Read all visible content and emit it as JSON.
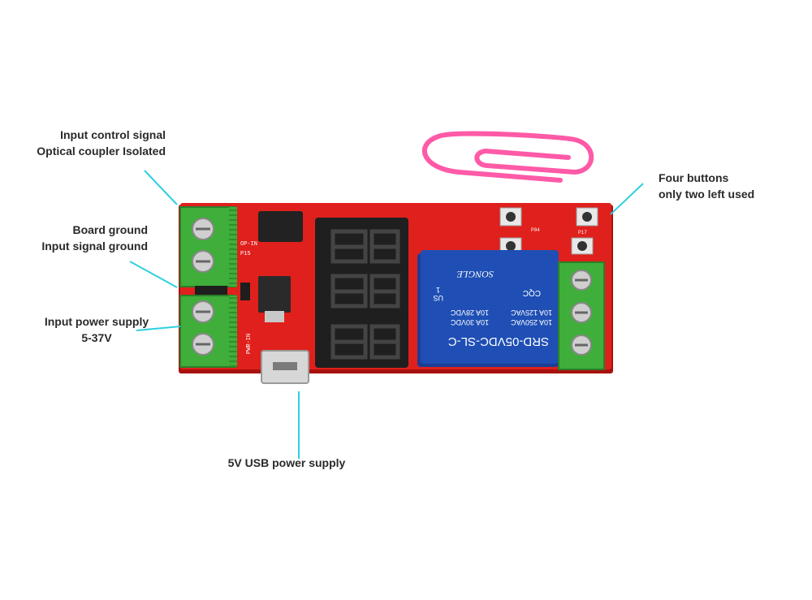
{
  "annotations": {
    "control_signal": {
      "line1": "Input control signal",
      "line2": "Optical coupler Isolated"
    },
    "ground": {
      "line1": "Board ground",
      "line2": "Input signal ground"
    },
    "power": {
      "line1": "Input power supply",
      "line2": "5-37V"
    },
    "usb": {
      "line1": "5V USB power supply"
    },
    "buttons": {
      "line1": "Four buttons",
      "line2": "only two left used"
    }
  },
  "board": {
    "silkscreen": [
      "OP-IN",
      "P15",
      "P04",
      "P17",
      "PWR-IN"
    ],
    "relay": {
      "model": "SRD-05VDC-SL-C",
      "rating1": "10A 250VAC",
      "rating2": "10A 125VAC",
      "rating3": "10A 30VDC",
      "rating4": "10A 28VDC",
      "brand": "SONGLE",
      "cert": "CQC",
      "mark": "US",
      "pin": "1"
    }
  },
  "colors": {
    "pcb": "#e0201c",
    "terminal": "#3fae3a",
    "relay": "#1f4fb5",
    "leader": "#2fd0e0",
    "clip": "#ff5aa8",
    "display": "#222222"
  }
}
